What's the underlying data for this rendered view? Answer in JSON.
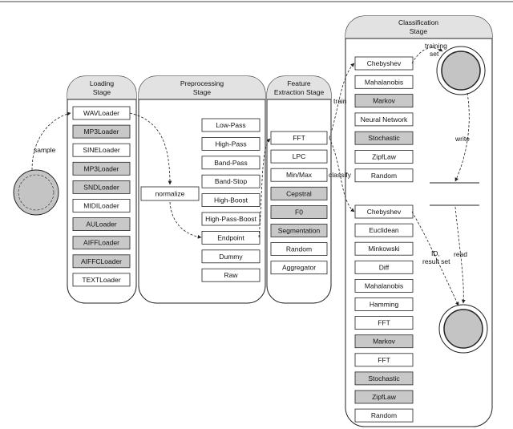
{
  "stages": {
    "loading": {
      "title": [
        "Loading",
        "Stage"
      ]
    },
    "preprocessing": {
      "title": [
        "Preprocessing",
        "Stage"
      ]
    },
    "feature": {
      "title": [
        "Feature",
        "Extraction Stage"
      ]
    },
    "classification": {
      "title": [
        "Classification",
        "Stage"
      ]
    }
  },
  "loaders": [
    {
      "label": "WAVLoader",
      "shaded": false
    },
    {
      "label": "MP3Loader",
      "shaded": true
    },
    {
      "label": "SINELoader",
      "shaded": false
    },
    {
      "label": "MP3Loader",
      "shaded": true
    },
    {
      "label": "SNDLoader",
      "shaded": true
    },
    {
      "label": "MIDILoader",
      "shaded": false
    },
    {
      "label": "AULoader",
      "shaded": true
    },
    {
      "label": "AIFFLoader",
      "shaded": true
    },
    {
      "label": "AIFFCLoader",
      "shaded": true
    },
    {
      "label": "TEXTLoader",
      "shaded": false
    }
  ],
  "preprocessing": [
    {
      "label": "Low-Pass",
      "shaded": false
    },
    {
      "label": "High-Pass",
      "shaded": false
    },
    {
      "label": "Band-Pass",
      "shaded": false
    },
    {
      "label": "Band-Stop",
      "shaded": false
    },
    {
      "label": "High-Boost",
      "shaded": false
    },
    {
      "label": "High-Pass-Boost",
      "shaded": false
    },
    {
      "label": "Endpoint",
      "shaded": false
    },
    {
      "label": "Dummy",
      "shaded": false
    },
    {
      "label": "Raw",
      "shaded": false
    }
  ],
  "normalize_label": "normalize",
  "features": [
    {
      "label": "FFT",
      "shaded": false
    },
    {
      "label": "LPC",
      "shaded": false
    },
    {
      "label": "Min/Max",
      "shaded": false
    },
    {
      "label": "Cepstral",
      "shaded": true
    },
    {
      "label": "F0",
      "shaded": true
    },
    {
      "label": "Segmentation",
      "shaded": true
    },
    {
      "label": "Random",
      "shaded": false
    },
    {
      "label": "Aggregator",
      "shaded": false
    }
  ],
  "training_classifiers": [
    {
      "label": "Chebyshev",
      "shaded": false
    },
    {
      "label": "Mahalanobis",
      "shaded": false
    },
    {
      "label": "Markov",
      "shaded": true
    },
    {
      "label": "Neural Network",
      "shaded": false
    },
    {
      "label": "Stochastic",
      "shaded": true
    },
    {
      "label": "ZipfLaw",
      "shaded": false
    },
    {
      "label": "Random",
      "shaded": false
    }
  ],
  "classifiers": [
    {
      "label": "Chebyshev",
      "shaded": false
    },
    {
      "label": "Euclidean",
      "shaded": false
    },
    {
      "label": "Minkowski",
      "shaded": false
    },
    {
      "label": "Diff",
      "shaded": false
    },
    {
      "label": "Mahalanobis",
      "shaded": false
    },
    {
      "label": "Hamming",
      "shaded": false
    },
    {
      "label": "FFT",
      "shaded": false
    },
    {
      "label": "Markov",
      "shaded": true
    },
    {
      "label": "FFT",
      "shaded": false
    },
    {
      "label": "Stochastic",
      "shaded": true
    },
    {
      "label": "ZipfLaw",
      "shaded": true
    },
    {
      "label": "Random",
      "shaded": false
    }
  ],
  "edge_labels": {
    "sample": "sample",
    "train": "train",
    "classify": "classify",
    "training_set": [
      "training",
      "set"
    ],
    "write": "write",
    "read": "read",
    "id_result_set": [
      "ID,",
      "result set"
    ]
  },
  "colors": {
    "shaded_fill": "#c8c8c8",
    "box_fill": "#ffffff",
    "stroke": "#222222",
    "disk_fill": "#c4c4c4"
  }
}
